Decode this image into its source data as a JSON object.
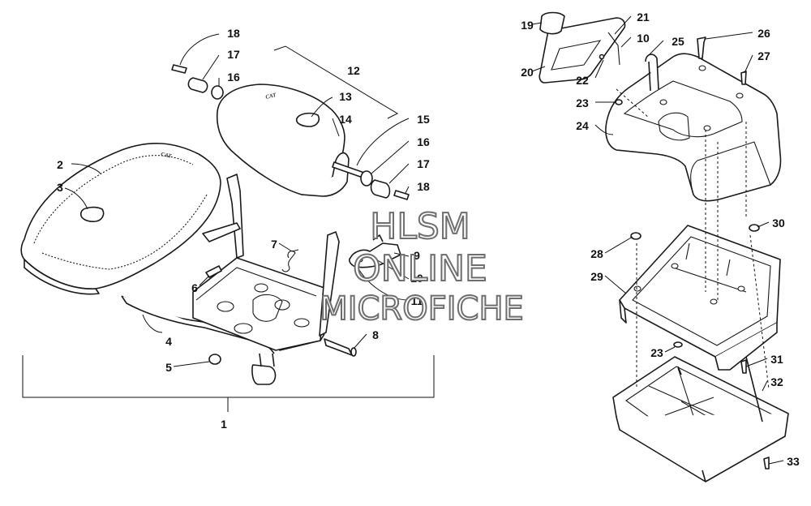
{
  "watermark": {
    "line1": "HLSM",
    "line2": "ONLINE",
    "line3": "MICROFICHE"
  },
  "brand_mark": "CAT",
  "callouts": [
    {
      "id": "1",
      "label": "1"
    },
    {
      "id": "2",
      "label": "2"
    },
    {
      "id": "3",
      "label": "3"
    },
    {
      "id": "4",
      "label": "4"
    },
    {
      "id": "5",
      "label": "5"
    },
    {
      "id": "6",
      "label": "6"
    },
    {
      "id": "7",
      "label": "7"
    },
    {
      "id": "8",
      "label": "8"
    },
    {
      "id": "9",
      "label": "9"
    },
    {
      "id": "10a",
      "label": "10"
    },
    {
      "id": "11",
      "label": "11"
    },
    {
      "id": "12",
      "label": "12"
    },
    {
      "id": "13",
      "label": "13"
    },
    {
      "id": "14",
      "label": "14"
    },
    {
      "id": "15",
      "label": "15"
    },
    {
      "id": "16a",
      "label": "16"
    },
    {
      "id": "16b",
      "label": "16"
    },
    {
      "id": "17a",
      "label": "17"
    },
    {
      "id": "17b",
      "label": "17"
    },
    {
      "id": "18a",
      "label": "18"
    },
    {
      "id": "18b",
      "label": "18"
    },
    {
      "id": "19",
      "label": "19"
    },
    {
      "id": "20",
      "label": "20"
    },
    {
      "id": "21",
      "label": "21"
    },
    {
      "id": "10b",
      "label": "10"
    },
    {
      "id": "22",
      "label": "22"
    },
    {
      "id": "23a",
      "label": "23"
    },
    {
      "id": "24",
      "label": "24"
    },
    {
      "id": "25",
      "label": "25"
    },
    {
      "id": "26",
      "label": "26"
    },
    {
      "id": "27",
      "label": "27"
    },
    {
      "id": "28",
      "label": "28"
    },
    {
      "id": "29",
      "label": "29"
    },
    {
      "id": "30",
      "label": "30"
    },
    {
      "id": "23b",
      "label": "23"
    },
    {
      "id": "31",
      "label": "31"
    },
    {
      "id": "32",
      "label": "32"
    },
    {
      "id": "33",
      "label": "33"
    }
  ]
}
